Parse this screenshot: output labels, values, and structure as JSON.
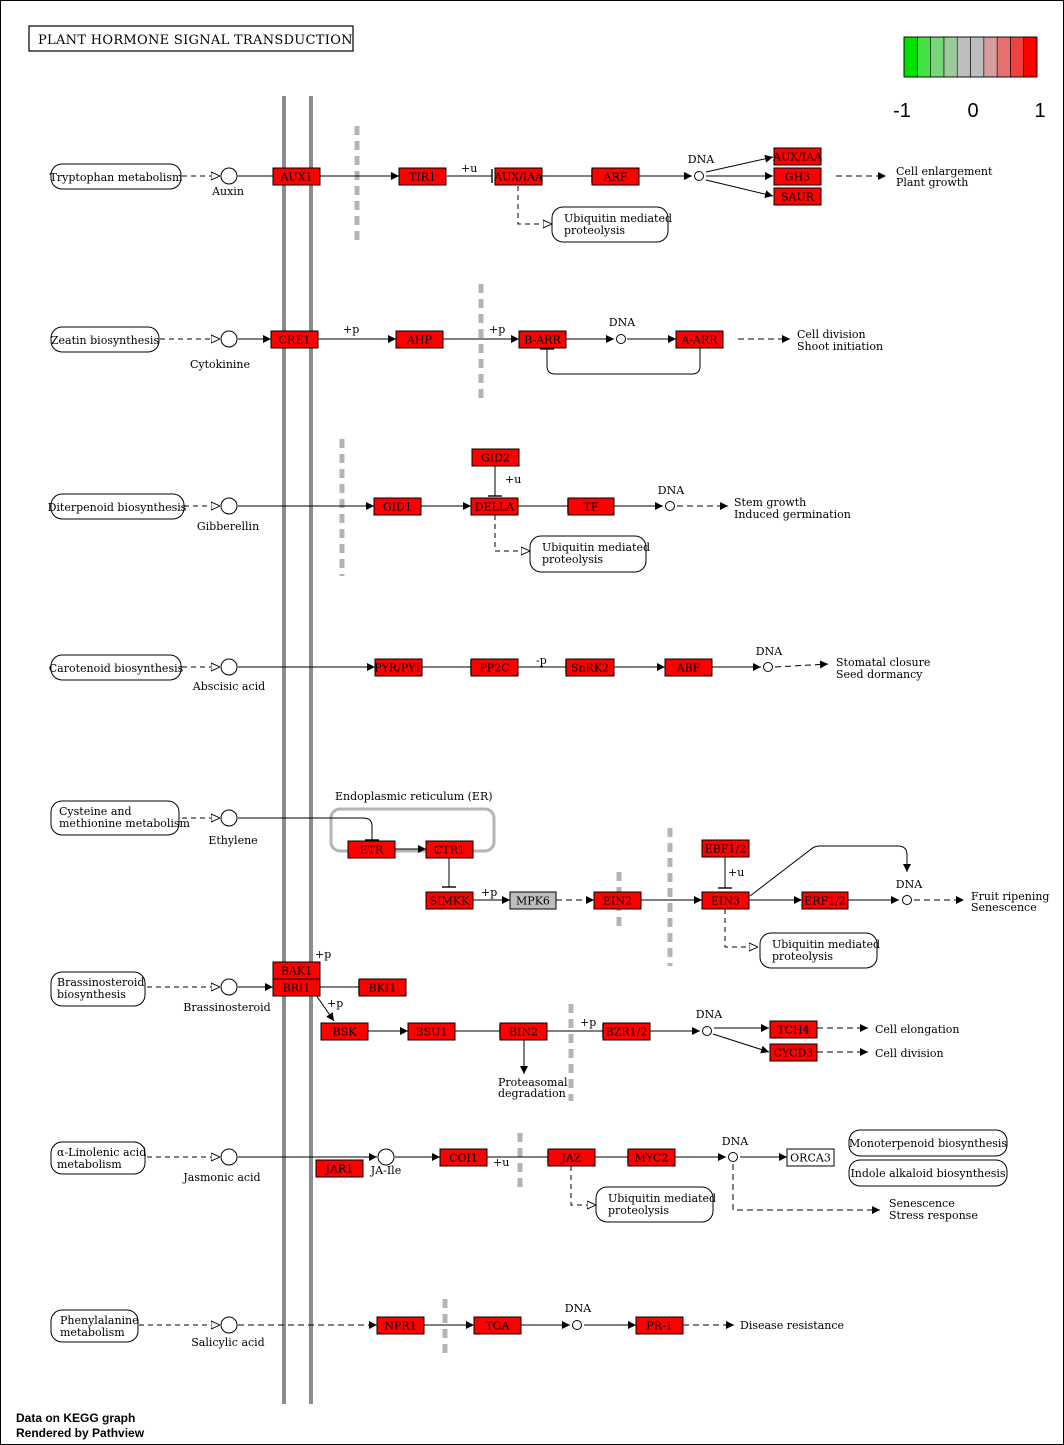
{
  "title": "PLANT HORMONE SIGNAL TRANSDUCTION",
  "legend": {
    "ticks": [
      "-1",
      "0",
      "1"
    ],
    "colors": [
      "#00e000",
      "#44e044",
      "#77d677",
      "#9ccb9c",
      "#bebebe",
      "#bebebe",
      "#d89c9c",
      "#e67070",
      "#f04040",
      "#ff0000"
    ]
  },
  "colors": {
    "up": "#ff0000",
    "neutral": "#bebebe",
    "membrane": "#8c8c8c",
    "dashbar": "#b4b4b4"
  },
  "footer": {
    "line1": "Data on KEGG graph",
    "line2": "Rendered by Pathview"
  },
  "pathways": {
    "trp": "Tryptophan metabolism",
    "zeatin": "Zeatin biosynthesis",
    "diterp": "Diterpenoid biosynthesis",
    "carot": "Carotenoid biosynthesis",
    "cys_1": "Cysteine and",
    "cys_2": "methionine metabolism",
    "brass_1": "Brassinosteroid",
    "brass_2": "biosynthesis",
    "linol_1": "α-Linolenic acid",
    "linol_2": "metabolism",
    "phe_1": "Phenylalanine",
    "phe_2": "metabolism",
    "monoterp": "Monoterpenoid biosynthesis",
    "indole": "Indole alkaloid biosynthesis"
  },
  "compounds": {
    "auxin": "Auxin",
    "cytokinine": "Cytokinine",
    "gibberellin": "Gibberellin",
    "abscisic": "Abscisic acid",
    "ethylene": "Ethylene",
    "brassinosteroid": "Brassinosteroid",
    "jasmonic": "Jasmonic acid",
    "ja_ile": "JA-Ile",
    "salicylic": "Salicylic acid"
  },
  "genes": {
    "aux1": "AUX1",
    "tir1": "TIR1",
    "auxiaa": "AUX/IAA",
    "arf": "ARF",
    "auxiaa2": "AUX/IAA",
    "gh3": "GH3",
    "saur": "SAUR",
    "cre1": "CRE1",
    "ahp": "AHP",
    "barr": "B-ARR",
    "aarr": "A-ARR",
    "gid2": "GID2",
    "gid1": "GID1",
    "della": "DELLA",
    "tf": "TF",
    "pyr": "PYR/PYL",
    "pp2c": "PP2C",
    "snrk2": "SnRK2",
    "abf": "ABF",
    "etr": "ETR",
    "ctr1": "CTR1",
    "simkk": "SIMKK",
    "mpk6": "MPK6",
    "ein2": "EIN2",
    "ebf": "EBF1/2",
    "ein3": "EIN3",
    "erf": "ERF1/2",
    "bak1": "BAK1",
    "bri1": "BRI1",
    "bki1": "BKI1",
    "bsk": "BSK",
    "bsu1": "BSU1",
    "bin2": "BIN2",
    "bzr": "BZR1/2",
    "tch4": "TCH4",
    "cycd3": "CYCD3",
    "jar1": "JAR1",
    "coi1": "COI1",
    "jaz": "JAZ",
    "myc2": "MYC2",
    "orca3": "ORCA3",
    "npr1": "NPR1",
    "tga": "TGA",
    "pr1": "PR-1"
  },
  "labels": {
    "dna": "DNA",
    "ub_1": "Ubiquitin mediated",
    "ub_2": "proteolysis",
    "er": "Endoplasmic reticulum (ER)",
    "protea_1": "Proteasomal",
    "protea_2": "degradation",
    "plus_u": "+u",
    "plus_p": "+p",
    "minus_p": "-p"
  },
  "outcomes": {
    "cell_enlarge": "Cell enlargement",
    "plant_growth": "Plant growth",
    "cell_div": "Cell division",
    "shoot_init": "Shoot initiation",
    "stem_growth": "Stem growth",
    "induced_germ": "Induced germination",
    "stomatal": "Stomatal closure",
    "seed_dorm": "Seed dormancy",
    "fruit_ripen": "Fruit ripening",
    "senescence": "Senescence",
    "cell_elong": "Cell elongation",
    "cell_division2": "Cell division",
    "senescence2": "Senescence",
    "stress": "Stress response",
    "disease": "Disease resistance"
  }
}
